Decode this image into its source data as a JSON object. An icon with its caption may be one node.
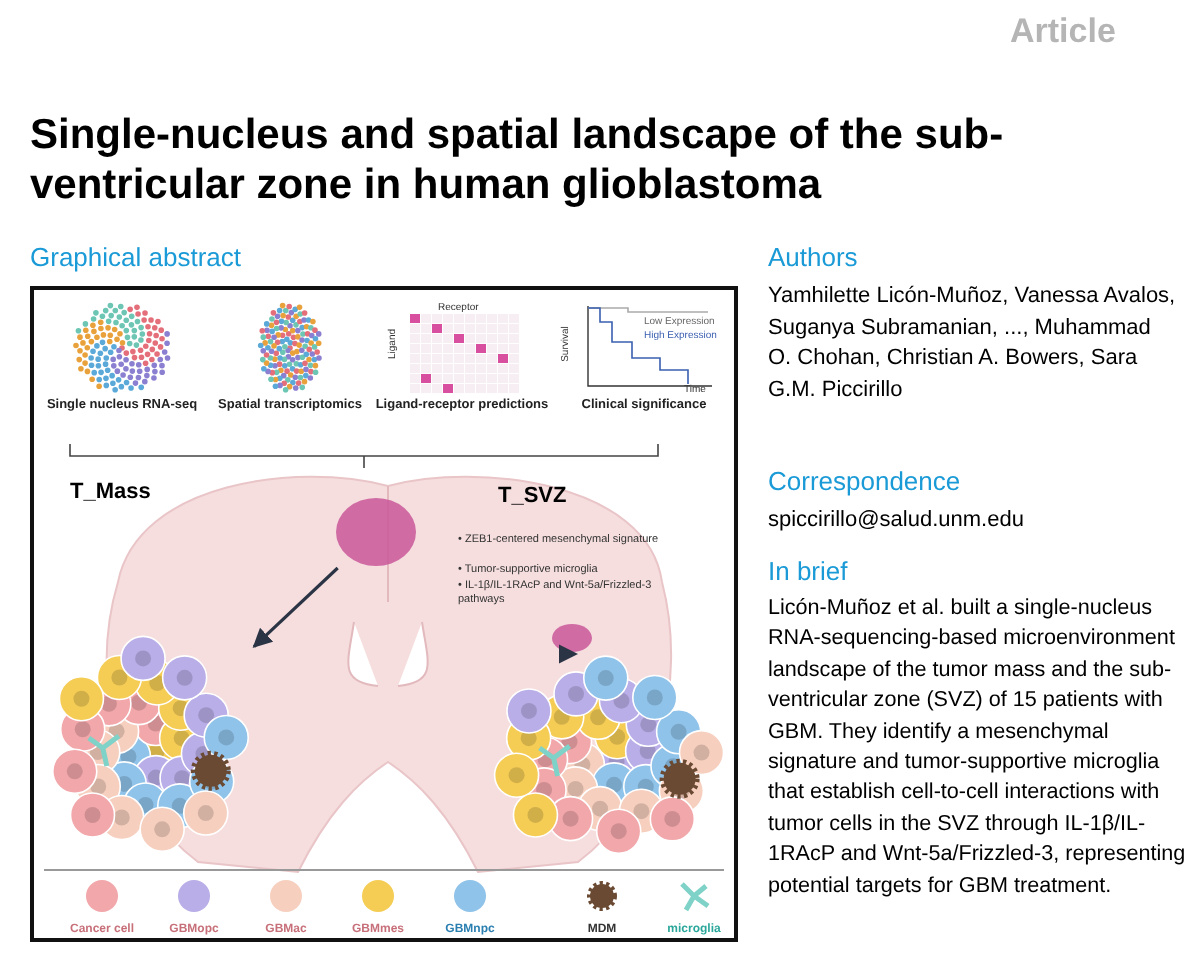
{
  "diagram": {
    "title": "Single-nucleus and spatial landscape of the sub-ventricular zone in human glioblastoma",
    "nodes": [
      {
        "text": [
          "Single nucleus RNA-seq"
        ]
      },
      {
        "text": [
          "Spatial transcriptomics"
        ]
      },
      {
        "text": [
          "Ligand-receptor predictions"
        ]
      },
      {
        "text": [
          "Clinical significance"
        ]
      },
      {
        "text": [],
        "shape": "circle"
      },
      {
        "text": [],
        "shape": "circle"
      },
      {
        "text": [],
        "shape": "picture"
      },
      {
        "text": [],
        "shape": "picture"
      }
    ],
    "edges": [
      {
        "from": 4,
        "to": 6,
        "arrow": "to"
      },
      {
        "from": 5,
        "to": 7,
        "arrow": "to"
      }
    ],
    "labels": [
      "Article",
      "Graphical abstract",
      "Receptor",
      "Ligand",
      "Low Expression",
      "High Expression",
      "Survival",
      "Time",
      "T_Mass",
      "T_SVZ",
      "• ZEB1-centered mesenchymal signature",
      "• Tumor-supportive microglia",
      "• IL-1β/IL-1RAcP and Wnt-5a/Frizzled-3 pathways",
      "Authors",
      "Yamhilette Licón-Muñoz, Vanessa Avalos, Suganya Subramanian, ..., Muhammad O. Chohan, Christian A. Bowers, Sara G.M. Piccirillo",
      "Correspondence",
      "spiccirillo@salud.unm.edu",
      "In brief",
      "Licón-Muñoz et al. built a single-nucleus RNA-sequencing-based microenvironment landscape of the tumor mass and the sub-ventricular zone (SVZ) of 15 patients with GBM. They identify a mesenchymal signature and tumor-supportive microglia that establish cell-to-cell interactions with tumor cells in the SVZ through IL-1β/IL-1RAcP and Wnt-5a/Frizzled-3, representing potential targets for GBM treatment."
    ],
    "legend": [
      {
        "text": "Cancer cell"
      },
      {
        "text": "GBMopc"
      },
      {
        "text": "GBMac"
      },
      {
        "text": "GBMmes"
      },
      {
        "text": "GBMnpc"
      },
      {
        "text": "MDM"
      },
      {
        "text": "microglia"
      }
    ]
  }
}
